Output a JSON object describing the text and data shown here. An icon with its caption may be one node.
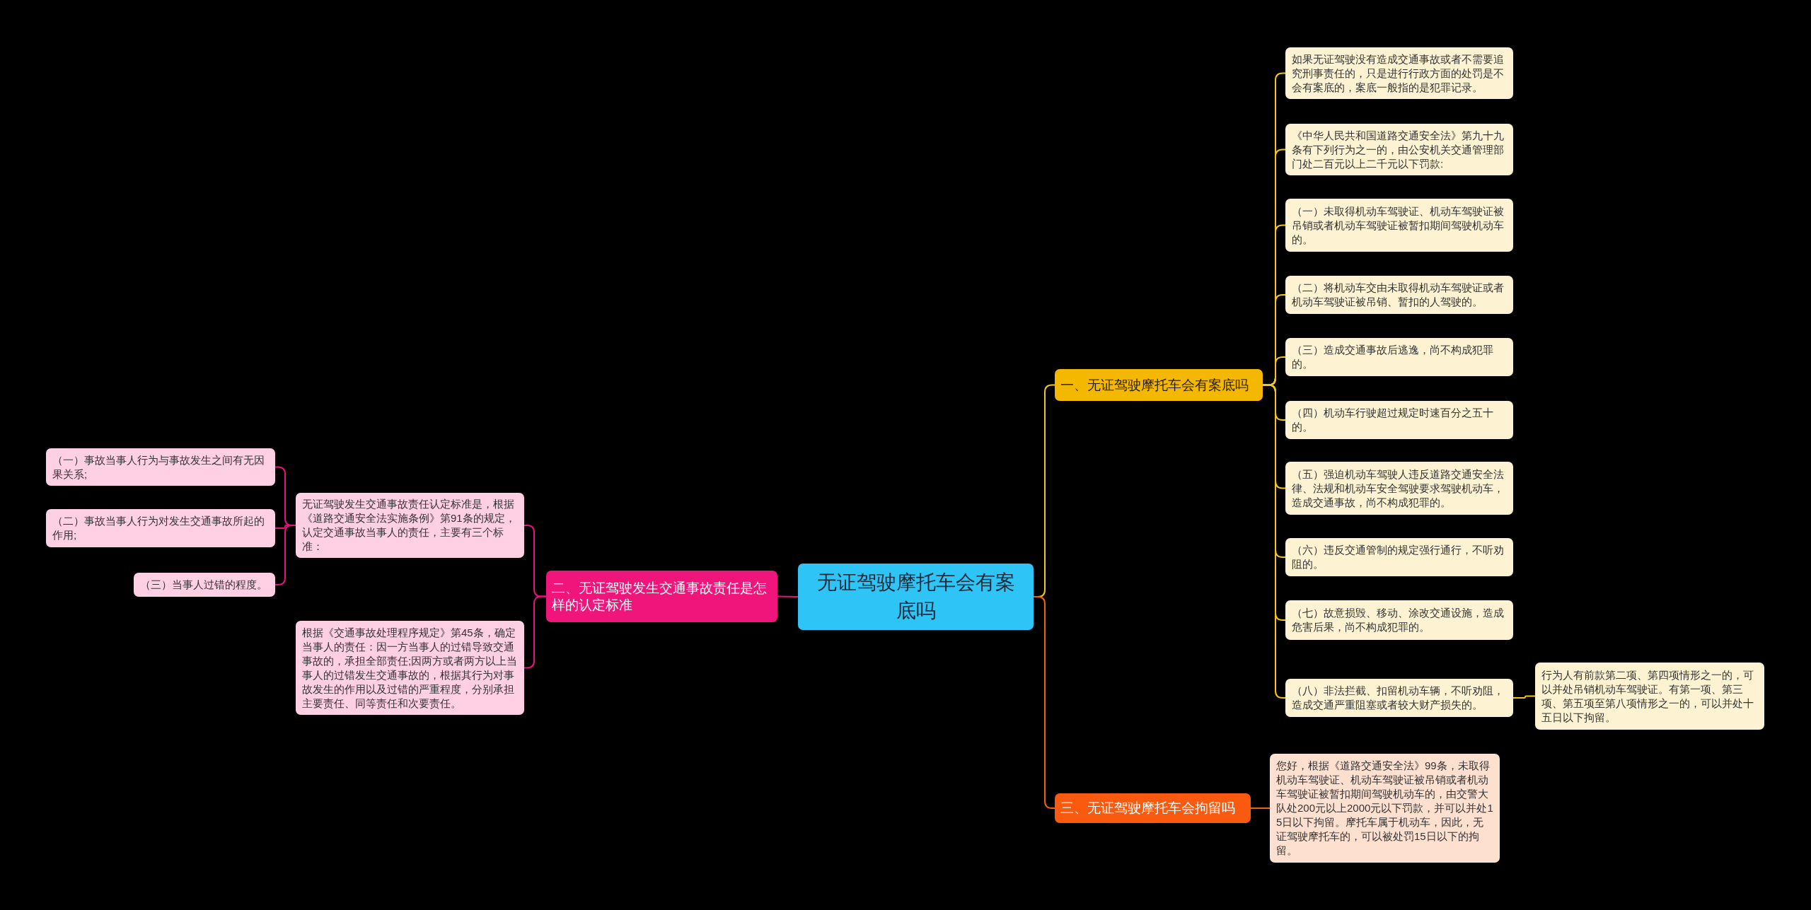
{
  "diagram": {
    "nodes": [
      {
        "text": [
          "无证驾驶摩托车会有案底吗"
        ]
      },
      {
        "text": [
          "一、无证驾驶摩托车会有案底吗"
        ]
      },
      {
        "text": [
          "如果无证驾驶没有造成交通事故或者不需要追究刑事责任的，只是进行行政方面的处罚是不会有案底的，案底一般指的是犯罪记录。"
        ]
      },
      {
        "text": [
          "《中华人民共和国道路交通安全法》第九十九条有下列行为之一的，由公安机关交通管理部门处二百元以上二千元以下罚款:"
        ]
      },
      {
        "text": [
          "（一）未取得机动车驾驶证、机动车驾驶证被吊销或者机动车驾驶证被暂扣期间驾驶机动车的。"
        ]
      },
      {
        "text": [
          "（二）将机动车交由未取得机动车驾驶证或者机动车驾驶证被吊销、暂扣的人驾驶的。"
        ]
      },
      {
        "text": [
          "（三）造成交通事故后逃逸，尚不构成犯罪的。"
        ]
      },
      {
        "text": [
          "（四）机动车行驶超过规定时速百分之五十的。"
        ]
      },
      {
        "text": [
          "（五）强迫机动车驾驶人违反道路交通安全法律、法规和机动车安全驾驶要求驾驶机动车，造成交通事故，尚不构成犯罪的。"
        ]
      },
      {
        "text": [
          "（六）违反交通管制的规定强行通行，不听劝阻的。"
        ]
      },
      {
        "text": [
          "（七）故意损毁、移动、涂改交通设施，造成危害后果，尚不构成犯罪的。"
        ]
      },
      {
        "text": [
          "（八）非法拦截、扣留机动车辆，不听劝阻，造成交通严重阻塞或者较大财产损失的。"
        ]
      },
      {
        "text": [
          "行为人有前款第二项、第四项情形之一的，可以并处吊销机动车驾驶证。有第一项、第三项、第五项至第八项情形之一的，可以并处十五日以下拘留。"
        ]
      },
      {
        "text": [
          "三、无证驾驶摩托车会拘留吗"
        ]
      },
      {
        "text": [
          "您好，根据《道路交通安全法》99条，未取得机动车驾驶证、机动车驾驶证被吊销或者机动车驾驶证被暂扣期间驾驶机动车的，由交警大队处200元以上2000元以下罚款，并可以并处15日以下拘留。摩托车属于机动车，因此，无证驾驶摩托车的，可以被处罚15日以下的拘留。"
        ]
      },
      {
        "text": [
          "二、无证驾驶发生交通事故责任是怎样的认定标准"
        ]
      },
      {
        "text": [
          "无证驾驶发生交通事故责任认定标准是，根据《道路交通安全法实施条例》第91条的规定，认定交通事故当事人的责任，主要有三个标准："
        ]
      },
      {
        "text": [
          "根据《交通事故处理程序规定》第45条，确定当事人的责任：因一方当事人的过错导致交通事故的，承担全部责任;因两方或者两方以上当事人的过错发生交通事故的，根据其行为对事故发生的作用以及过错的严重程度，分别承担主要责任、同等责任和次要责任。"
        ]
      },
      {
        "text": [
          "（一）事故当事人行为与事故发生之间有无因果关系;"
        ]
      },
      {
        "text": [
          "（二）事故当事人行为对发生交通事故所起的作用;"
        ]
      },
      {
        "text": [
          "（三）当事人过错的程度。"
        ]
      }
    ],
    "edges": [
      {
        "from": 0,
        "to": 1,
        "arrow": "none"
      },
      {
        "from": 1,
        "to": 2,
        "arrow": "none"
      },
      {
        "from": 1,
        "to": 3,
        "arrow": "none"
      },
      {
        "from": 1,
        "to": 4,
        "arrow": "none"
      },
      {
        "from": 1,
        "to": 5,
        "arrow": "none"
      },
      {
        "from": 1,
        "to": 6,
        "arrow": "none"
      },
      {
        "from": 1,
        "to": 7,
        "arrow": "none"
      },
      {
        "from": 1,
        "to": 8,
        "arrow": "none"
      },
      {
        "from": 1,
        "to": 9,
        "arrow": "none"
      },
      {
        "from": 1,
        "to": 10,
        "arrow": "none"
      },
      {
        "from": 1,
        "to": 11,
        "arrow": "none"
      },
      {
        "from": 11,
        "to": 12,
        "arrow": "none"
      },
      {
        "from": 0,
        "to": 13,
        "arrow": "none",
        "color": "#f0600f"
      },
      {
        "from": 13,
        "to": 14,
        "arrow": "none",
        "color": "#f0600f"
      },
      {
        "from": 0,
        "to": 15,
        "arrow": "none",
        "color": "#e0167a"
      },
      {
        "from": 15,
        "to": 16,
        "arrow": "none",
        "color": "#e0167a"
      },
      {
        "from": 15,
        "to": 17,
        "arrow": "none",
        "color": "#e0167a"
      },
      {
        "from": 16,
        "to": 18,
        "arrow": "none",
        "color": "#e0167a"
      },
      {
        "from": 16,
        "to": 19,
        "arrow": "none",
        "color": "#e0167a"
      },
      {
        "from": 16,
        "to": 20,
        "arrow": "none",
        "color": "#e0167a"
      }
    ]
  }
}
